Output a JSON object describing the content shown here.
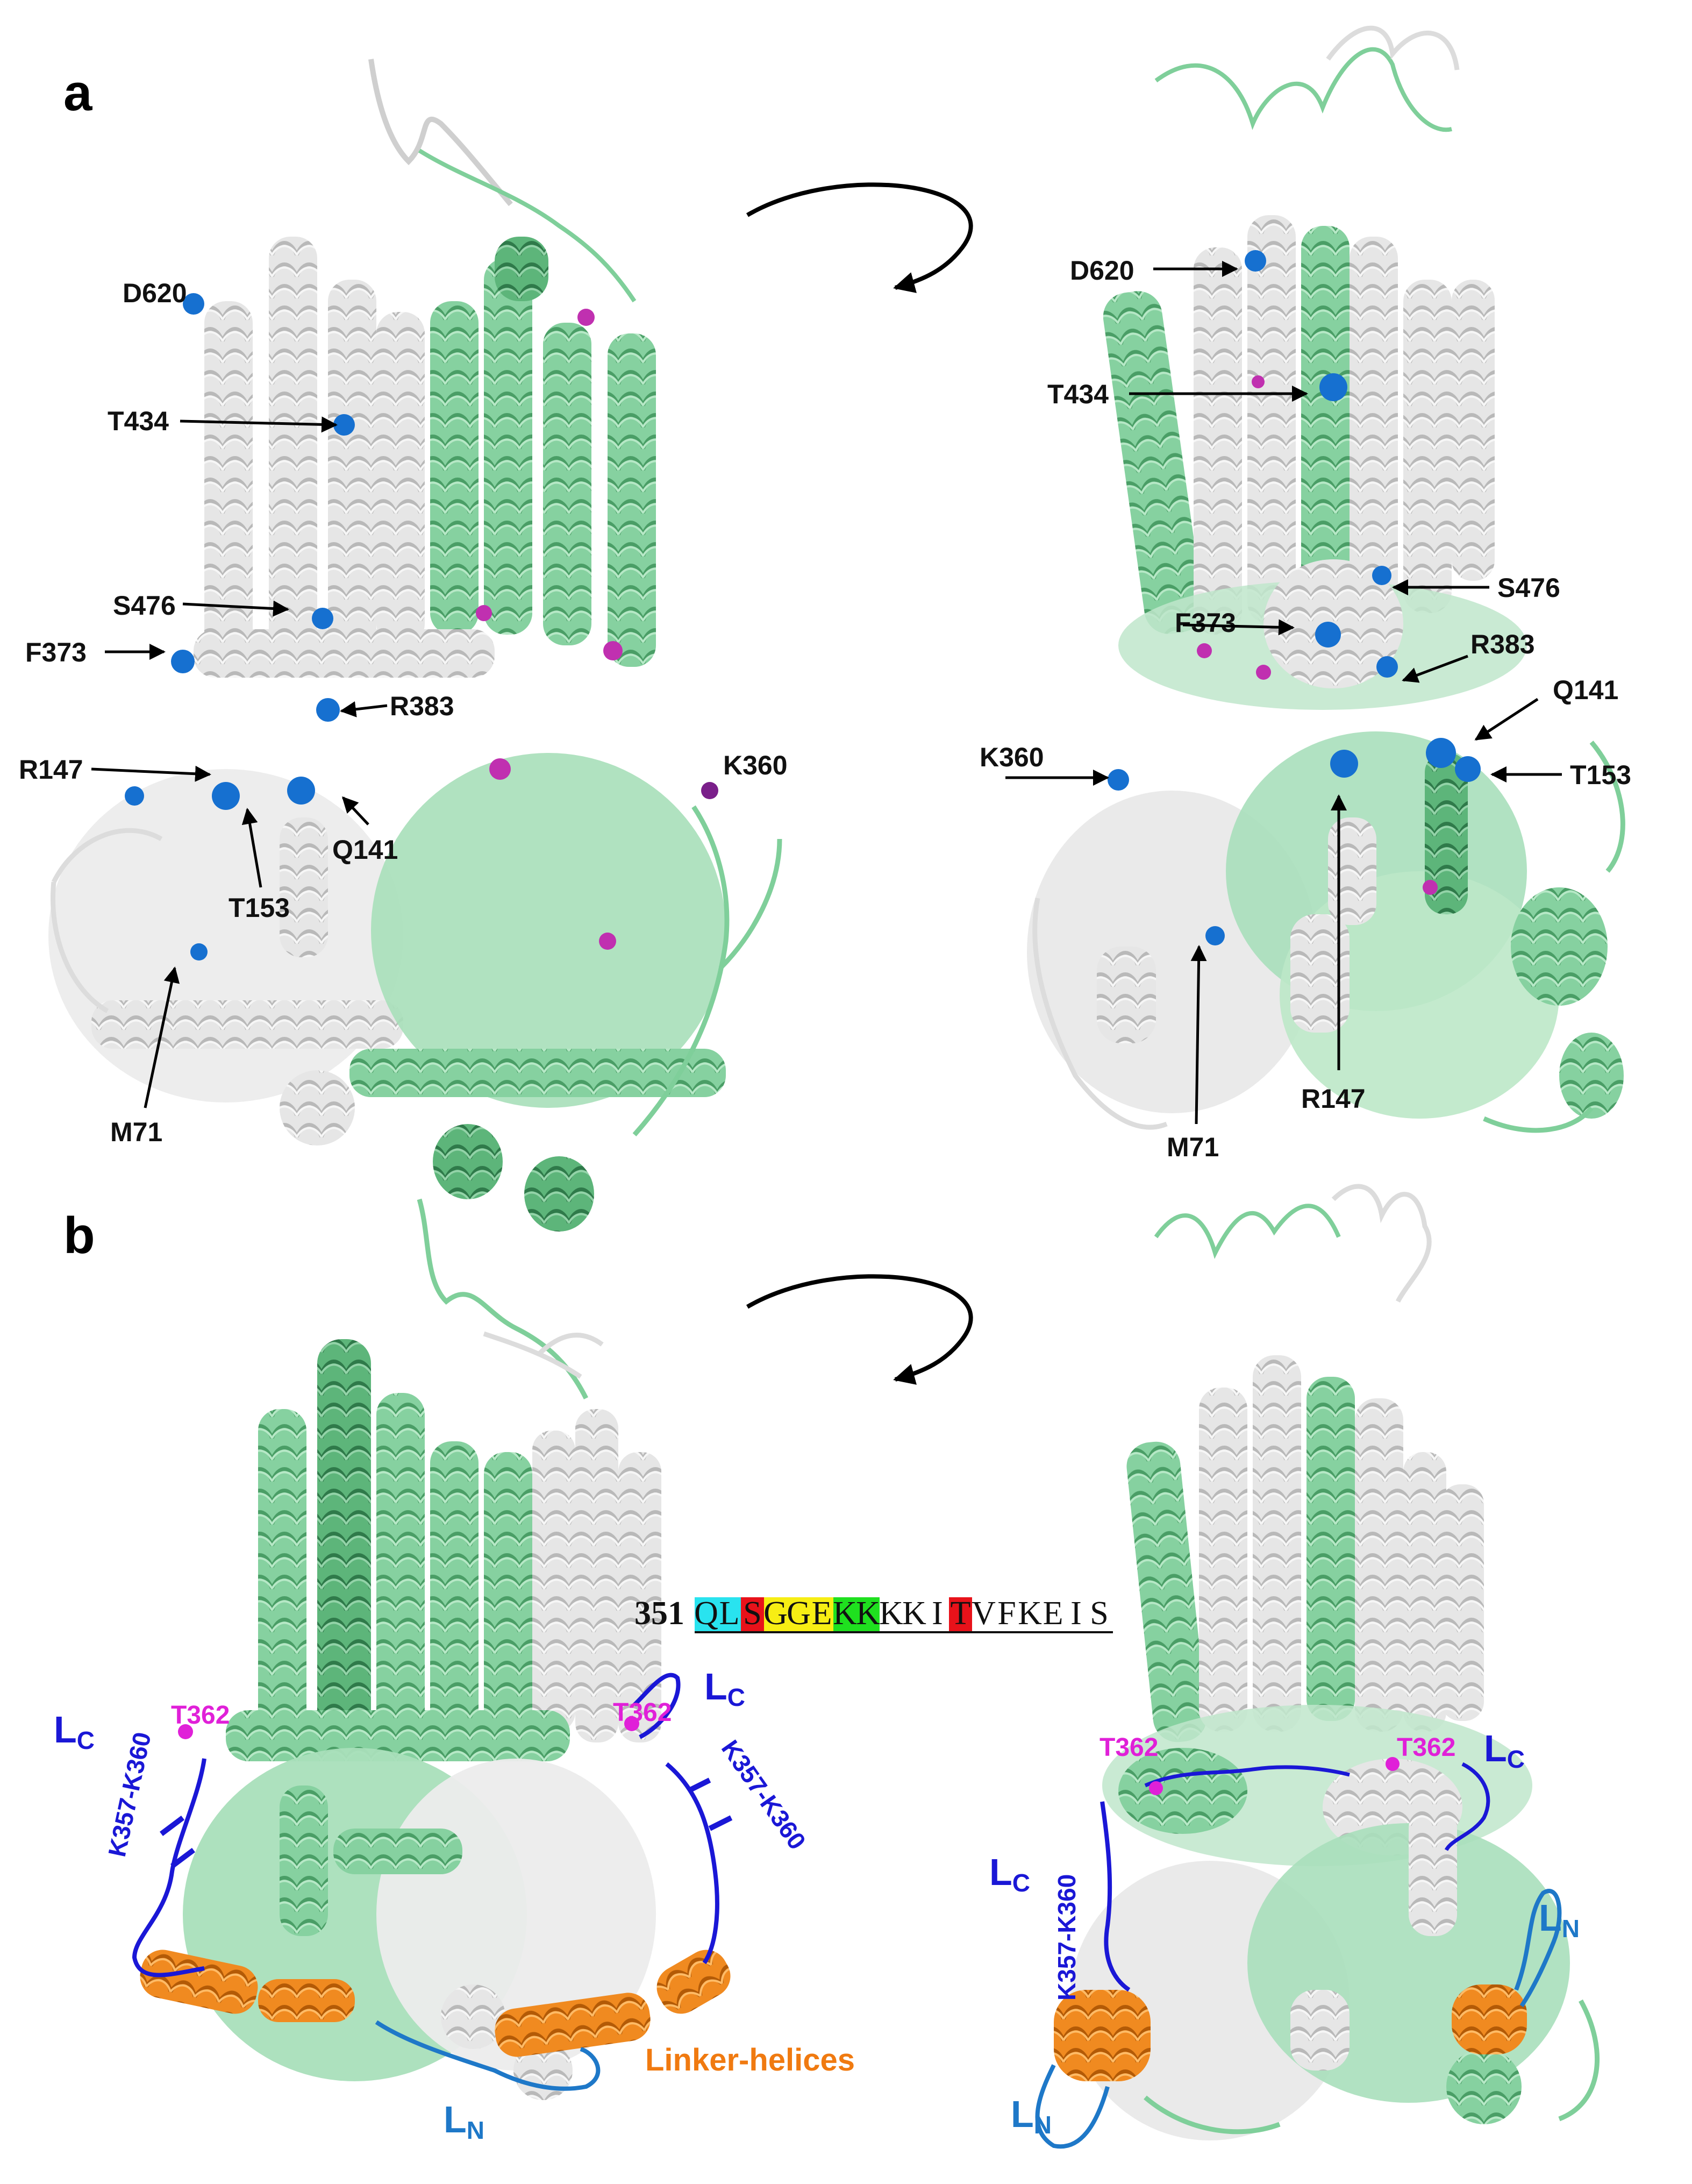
{
  "panels": {
    "a": {
      "letter": "a"
    },
    "b": {
      "letter": "b"
    }
  },
  "residues_a_left": [
    "D620",
    "T434",
    "S476",
    "F373",
    "R383",
    "R147",
    "Q141",
    "T153",
    "M71",
    "K360"
  ],
  "residues_a_right": [
    "D620",
    "T434",
    "S476",
    "F373",
    "R383",
    "Q141",
    "K360",
    "T153",
    "R147",
    "M71"
  ],
  "panel_b": {
    "lc": "L",
    "lc_sub": "C",
    "ln": "L",
    "ln_sub": "N",
    "t362": "T362",
    "k357": "K357-K360",
    "linker": "Linker-helices"
  },
  "sequence": {
    "start": "351",
    "residues": [
      "Q",
      "L",
      "S",
      "G",
      "G",
      "E",
      "K",
      "K",
      "K",
      "K",
      "I",
      "T",
      "V",
      "F",
      "K",
      "E",
      "I",
      "S"
    ],
    "highlight_colors": [
      "#29e3ef",
      "#29e3ef",
      "#e8121a",
      "#f7ee14",
      "#f7ee14",
      "#f7ee14",
      "#1fe01f",
      "#1fe01f",
      "",
      "",
      "",
      "#e8121a",
      "",
      "",
      "",
      "",
      "",
      ""
    ]
  },
  "colors": {
    "chain_green": "#7fcf9a",
    "chain_dark_green": "#4fa66b",
    "chain_white": "#e4e4e4",
    "residue_blue": "#1670d0",
    "residue_magenta": "#c030b0",
    "linker_orange": "#f07a10",
    "lc_blue": "#1a17d6",
    "ln_blue": "#1e78c8"
  }
}
